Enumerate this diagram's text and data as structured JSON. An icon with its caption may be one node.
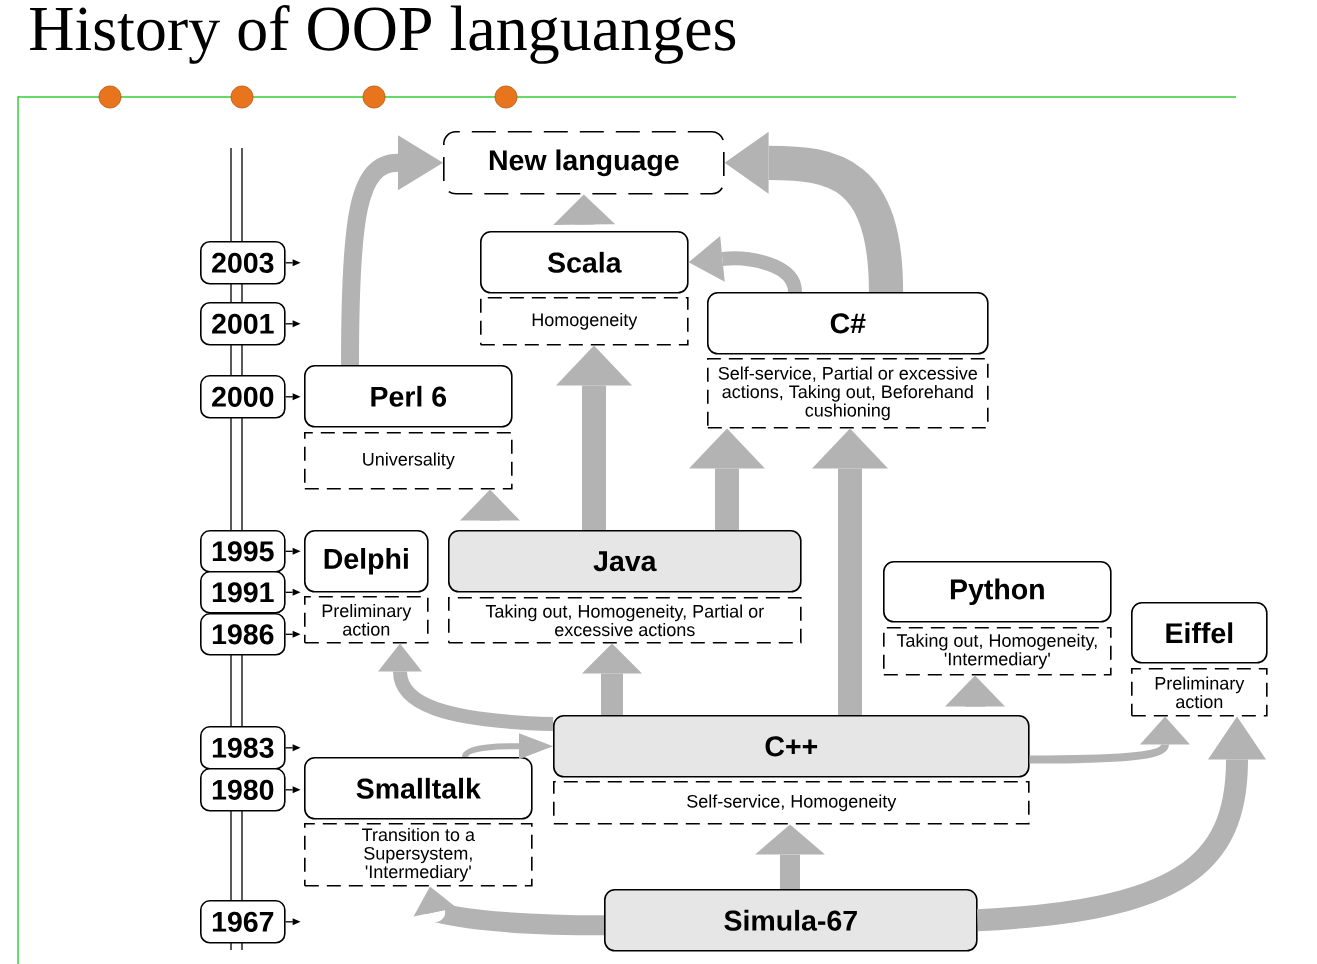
{
  "diagram": {
    "title": "History of OOP languanges",
    "nodes": [
      {
        "text": [
          "New language"
        ]
      },
      {
        "text": [
          "2003"
        ]
      },
      {
        "text": [
          "Scala"
        ]
      },
      {
        "text": [
          "Homogeneity"
        ]
      },
      {
        "text": [
          "2001"
        ]
      },
      {
        "text": [
          "C#"
        ]
      },
      {
        "text": [
          "Self-service, Partial or excessive actions, Taking out, Beforehand cushioning"
        ]
      },
      {
        "text": [
          "2000"
        ]
      },
      {
        "text": [
          "Perl 6"
        ]
      },
      {
        "text": [
          "Universality"
        ]
      },
      {
        "text": [
          "1995"
        ]
      },
      {
        "text": [
          "Delphi"
        ]
      },
      {
        "text": [
          "Preliminary action"
        ]
      },
      {
        "text": [
          "Java"
        ]
      },
      {
        "text": [
          "Taking out, Homogeneity, Partial or excessive actions"
        ]
      },
      {
        "text": [
          "1991"
        ]
      },
      {
        "text": [
          "Python"
        ]
      },
      {
        "text": [
          "Taking out, Homogeneity, 'Intermediary'"
        ]
      },
      {
        "text": [
          "1986"
        ]
      },
      {
        "text": [
          "Eiffel"
        ]
      },
      {
        "text": [
          "Preliminary action"
        ]
      },
      {
        "text": [
          "1983"
        ]
      },
      {
        "text": [
          "C++"
        ]
      },
      {
        "text": [
          "Self-service, Homogeneity"
        ]
      },
      {
        "text": [
          "1980"
        ]
      },
      {
        "text": [
          "Smalltalk"
        ]
      },
      {
        "text": [
          "Transition to a Supersystem, 'Intermediary'"
        ]
      },
      {
        "text": [
          "1967"
        ]
      },
      {
        "text": [
          "Simula-67"
        ]
      }
    ],
    "edges": [
      {
        "from": 8,
        "to": 0,
        "arrow": "to"
      },
      {
        "from": 2,
        "to": 0,
        "arrow": "to"
      },
      {
        "from": 5,
        "to": 0,
        "arrow": "to",
        "style": "thick"
      },
      {
        "from": 5,
        "to": 2,
        "arrow": "to"
      },
      {
        "from": 13,
        "to": 3,
        "arrow": "to"
      },
      {
        "from": 13,
        "to": 6,
        "arrow": "to"
      },
      {
        "from": 22,
        "to": 6,
        "arrow": "to"
      },
      {
        "from": 13,
        "to": 9,
        "arrow": "to"
      },
      {
        "from": 22,
        "to": 12,
        "arrow": "to"
      },
      {
        "from": 22,
        "to": 14,
        "arrow": "to"
      },
      {
        "from": 25,
        "to": 22,
        "arrow": "to"
      },
      {
        "from": 22,
        "to": 17,
        "arrow": "to"
      },
      {
        "from": 22,
        "to": 20,
        "arrow": "to"
      },
      {
        "from": 28,
        "to": 20,
        "arrow": "to"
      },
      {
        "from": 28,
        "to": 23,
        "arrow": "to"
      },
      {
        "from": 28,
        "to": 26,
        "arrow": "to"
      },
      {
        "from": 1,
        "to": null,
        "arrow": "to",
        "color": "#000000"
      },
      {
        "from": 4,
        "to": null,
        "arrow": "to",
        "color": "#000000"
      },
      {
        "from": 7,
        "to": null,
        "arrow": "to",
        "color": "#000000"
      },
      {
        "from": 10,
        "to": null,
        "arrow": "to",
        "color": "#000000"
      },
      {
        "from": 15,
        "to": null,
        "arrow": "to",
        "color": "#000000"
      },
      {
        "from": 18,
        "to": null,
        "arrow": "to",
        "color": "#000000"
      },
      {
        "from": 21,
        "to": null,
        "arrow": "to",
        "color": "#000000"
      },
      {
        "from": 24,
        "to": null,
        "arrow": "to",
        "color": "#000000"
      },
      {
        "from": 27,
        "to": null,
        "arrow": "to",
        "color": "#000000"
      }
    ]
  }
}
